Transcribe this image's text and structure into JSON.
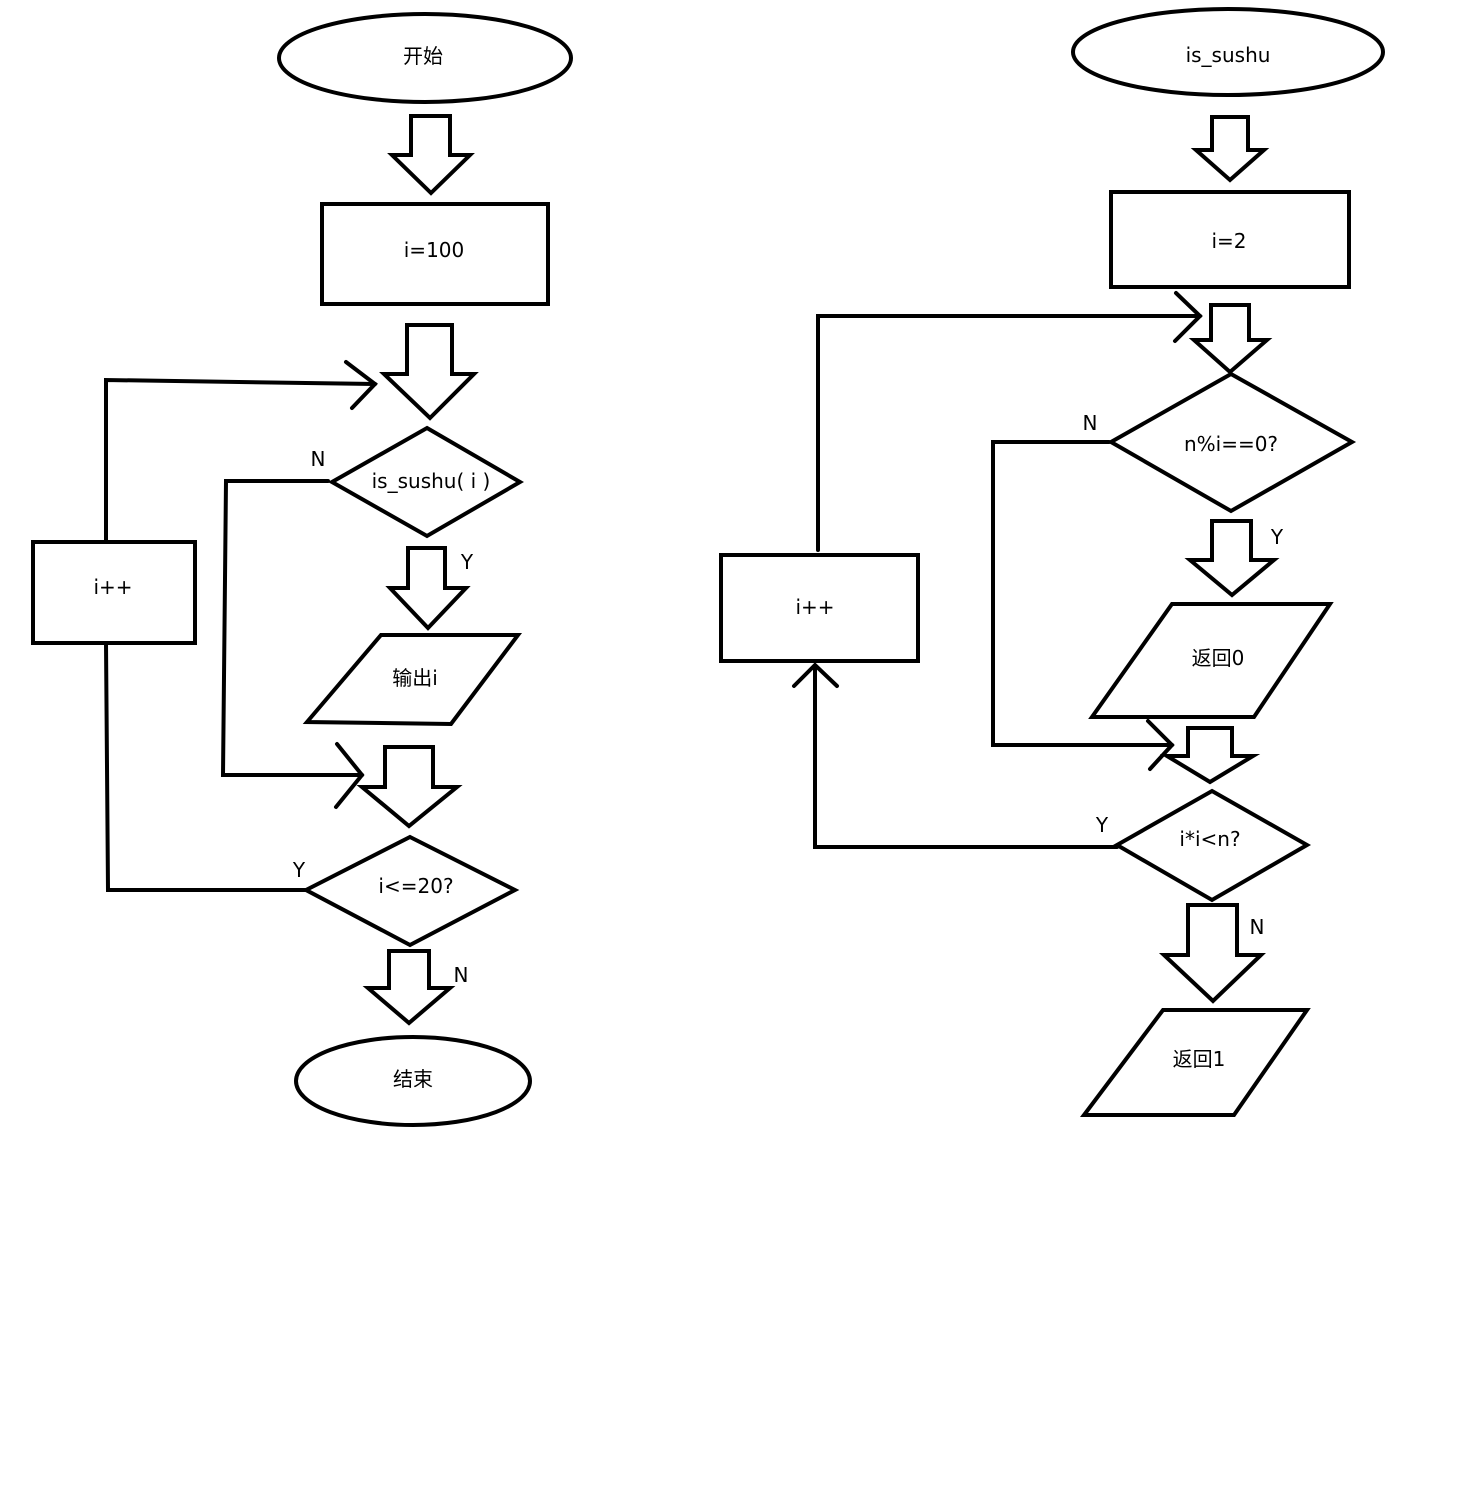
{
  "main_flow": {
    "start": "开始",
    "init": "i=100",
    "check_prime": "is_sushu( i )",
    "output": "输出i",
    "loop_cond": "i<=20?",
    "increment": "i++",
    "end": "结束",
    "branch_no_prime": "N",
    "branch_yes_prime": "Y",
    "branch_loop_yes": "Y",
    "branch_loop_no": "N"
  },
  "sushu_flow": {
    "start": "is_sushu",
    "init": "i=2",
    "mod_check": "n%i==0?",
    "return0": "返回0",
    "loop_cond": "i*i<n?",
    "increment": "i++",
    "return1": "返回1",
    "branch_mod_no": "N",
    "branch_mod_yes": "Y",
    "branch_loop_yes": "Y",
    "branch_loop_no": "N"
  }
}
